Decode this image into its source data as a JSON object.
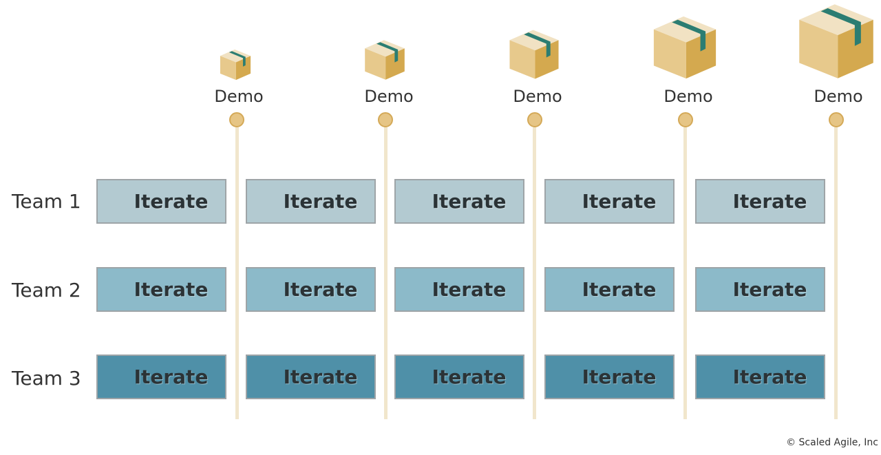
{
  "milestones": [
    {
      "label": "Demo"
    },
    {
      "label": "Demo"
    },
    {
      "label": "Demo"
    },
    {
      "label": "Demo"
    },
    {
      "label": "Demo"
    }
  ],
  "teams": [
    {
      "label": "Team 1",
      "iterations": [
        "Iterate",
        "Iterate",
        "Iterate",
        "Iterate",
        "Iterate"
      ]
    },
    {
      "label": "Team 2",
      "iterations": [
        "Iterate",
        "Iterate",
        "Iterate",
        "Iterate",
        "Iterate"
      ]
    },
    {
      "label": "Team 3",
      "iterations": [
        "Iterate",
        "Iterate",
        "Iterate",
        "Iterate",
        "Iterate"
      ]
    }
  ],
  "copyright": "© Scaled Agile, Inc",
  "icons": {
    "increment": "box-icon"
  },
  "colors": {
    "team1": "#b3cad1",
    "team2": "#8cbac9",
    "team3": "#4f90a8",
    "timeline": "#f1e6cc",
    "milestone": "#e6c585",
    "box_tape": "#2b7d72"
  }
}
